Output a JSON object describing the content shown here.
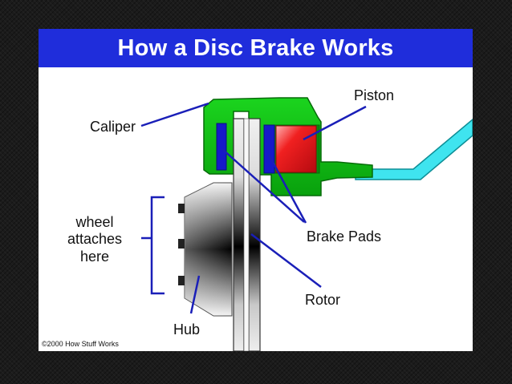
{
  "title": "How a Disc Brake Works",
  "labels": {
    "caliper": "Caliper",
    "piston": "Piston",
    "wheel_line1": "wheel",
    "wheel_line2": "attaches",
    "wheel_line3": "here",
    "brake_pads": "Brake Pads",
    "rotor": "Rotor",
    "hub": "Hub"
  },
  "copyright": "©2000 How Stuff Works",
  "colors": {
    "title_bar": "#1f2ddb",
    "caliper": "#0fbf14",
    "piston": "#e8141c",
    "brake_pad": "#1619c9",
    "hydraulic_line": "#3fe4ef",
    "leader_line": "#1a1fb8"
  }
}
